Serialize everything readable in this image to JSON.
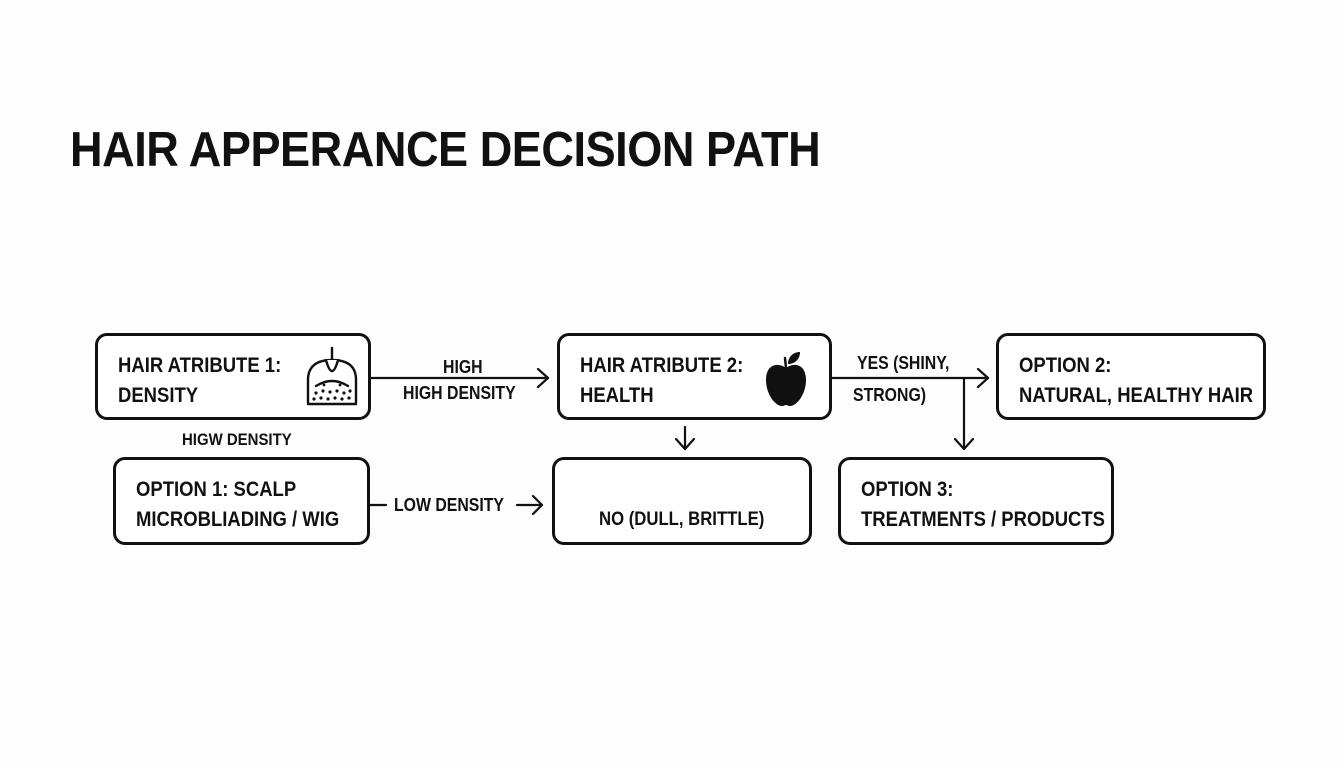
{
  "title": "HAIR APPERANCE DECISION PATH",
  "nodes": {
    "attr1": {
      "line1": "HAIR ATRIBUTE 1:",
      "line2": "DENSITY",
      "icon": "hair-follicle-icon"
    },
    "attr2": {
      "line1": "HAIR ATRIBUTE 2:",
      "line2": "HEALTH",
      "icon": "apple-icon"
    },
    "option2": {
      "line1": "OPTION 2:",
      "line2": "NATURAL, HEALTHY HAIR"
    },
    "option1": {
      "line1": "OPTION 1: SCALP",
      "line2": "MICROBLIADING / WIG"
    },
    "no_box": {
      "line1": "NO (DULL, BRITTLE)"
    },
    "option3": {
      "line1": "OPTION 3:",
      "line2": "TREATMENTS / PRODUCTS"
    }
  },
  "edge_labels": {
    "high": "HIGH",
    "high_density": "HIGH DENSITY",
    "higw_density": "HIGW DENSITY",
    "yes_line1": "YES (SHINY,",
    "yes_line2": "STRONG)",
    "low_density": "LOW DENSITY"
  },
  "colors": {
    "stroke": "#111111",
    "background": "#fdfdfd"
  }
}
